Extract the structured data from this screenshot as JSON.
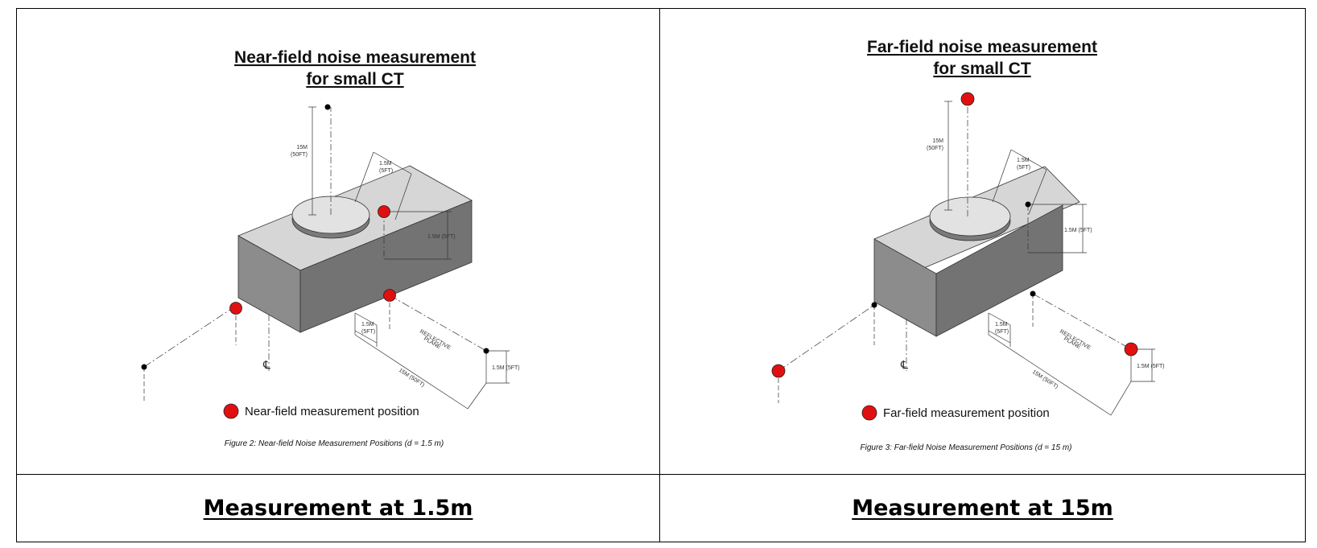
{
  "left": {
    "title_line1": "Near-field noise measurement",
    "title_line2": "for small CT",
    "dim_height_top": "15M",
    "dim_height_bottom": "(50FT)",
    "dim_offset_top": "1.5M",
    "dim_offset_bottom": "(5FT)",
    "dim_side": "1.5M (5FT)",
    "dim_ground_top": "1.5M",
    "dim_ground_bottom": "(5FT)",
    "reflective_line1": "REFLECTIVE",
    "reflective_line2": "PLANE",
    "dim_long": "15M (50FT)",
    "dim_right": "1.5M (5FT)",
    "centerline": "℄",
    "legend": "Near-field measurement position",
    "figure_caption": "Figure 2: Near-field Noise Measurement Positions (d = 1.5 m)",
    "cell_caption": "Measurement at 1.5m"
  },
  "right": {
    "title_line1": "Far-field noise measurement",
    "title_line2": "for small CT",
    "dim_height_top": "15M",
    "dim_height_bottom": "(50FT)",
    "dim_offset_top": "1.5M",
    "dim_offset_bottom": "(5FT)",
    "dim_side": "1.5M (5FT)",
    "dim_ground_top": "1.5M",
    "dim_ground_bottom": "(5FT)",
    "reflective_line1": "REFLECTIVE",
    "reflective_line2": "PLANE",
    "dim_long": "15M (50FT)",
    "dim_right": "1.5M (5FT)",
    "centerline": "℄",
    "legend": "Far-field measurement position",
    "figure_caption": "Figure 3: Far-field Noise Measurement Positions (d = 15 m)",
    "cell_caption": "Measurement at 15m"
  },
  "colors": {
    "marker_red": "#e01010",
    "box_front": "#8c8c8c",
    "box_side": "#737373",
    "box_top": "#d6d6d6",
    "disc_top": "#e2e2e2",
    "disc_rim": "#7a7a7a"
  }
}
